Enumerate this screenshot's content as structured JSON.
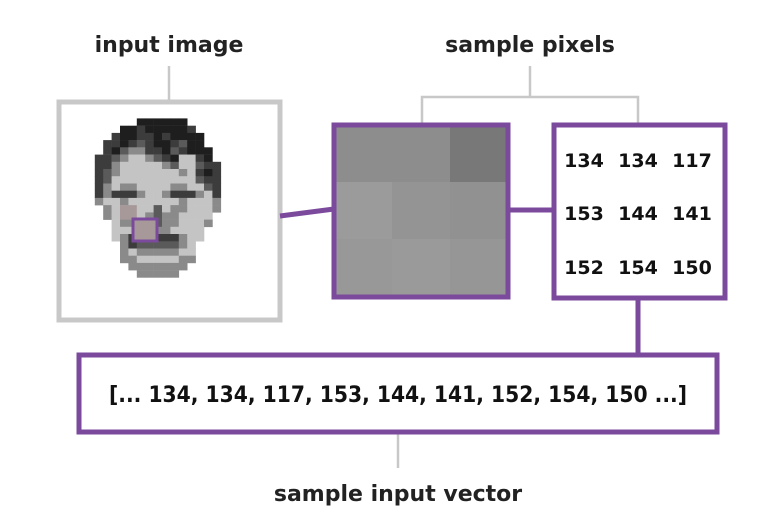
{
  "labels": {
    "input_image": "input image",
    "sample_pixels": "sample pixels",
    "sample_input_vector": "sample input vector"
  },
  "pixel_values": {
    "row1": [
      "134",
      "134",
      "117"
    ],
    "row2": [
      "153",
      "144",
      "141"
    ],
    "row3": [
      "152",
      "154",
      "150"
    ]
  },
  "vector_text": "[... 134, 134, 117, 153, 144, 141, 152, 154, 150 ...]",
  "colors": {
    "accent": "#7b4a9c",
    "connector": "#c8c8c8",
    "image_frame": "#c8c8c8"
  },
  "icons": {
    "face": "face-image"
  }
}
